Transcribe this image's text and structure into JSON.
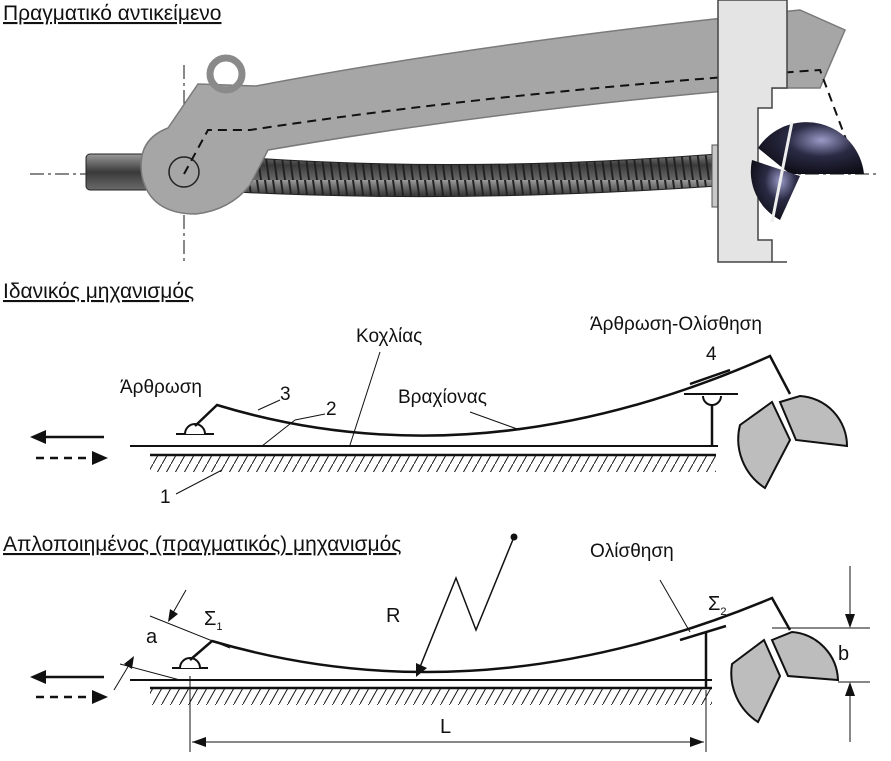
{
  "sections": {
    "real_object": {
      "title": "Πραγματικό αντικείμενο"
    },
    "ideal_mechanism": {
      "title": "Ιδανικός μηχανισμός",
      "labels": {
        "joint": "Άρθρωση",
        "screw": "Κοχλίας",
        "arm": "Βραχίονας",
        "joint_slide": "Άρθρωση-Ολίσθηση",
        "n1": "1",
        "n2": "2",
        "n3": "3",
        "n4": "4"
      }
    },
    "simplified_mechanism": {
      "title": "Απλοποιημένος (πραγματικός) μηχανισμός",
      "labels": {
        "slide": "Ολίσθηση",
        "R": "R",
        "a": "a",
        "b": "b",
        "L": "L",
        "sigma": "Σ",
        "sigma1_sub": "1",
        "sigma2_sub": "2"
      }
    }
  },
  "colors": {
    "line": "#111111",
    "arm_fill": "#a6a6a6",
    "arm_edge": "#7a7a7a",
    "jaw_fill": "#bdbdbd",
    "plate_fill": "#e4e4e4",
    "ball_dark": "#1c1c2e"
  }
}
